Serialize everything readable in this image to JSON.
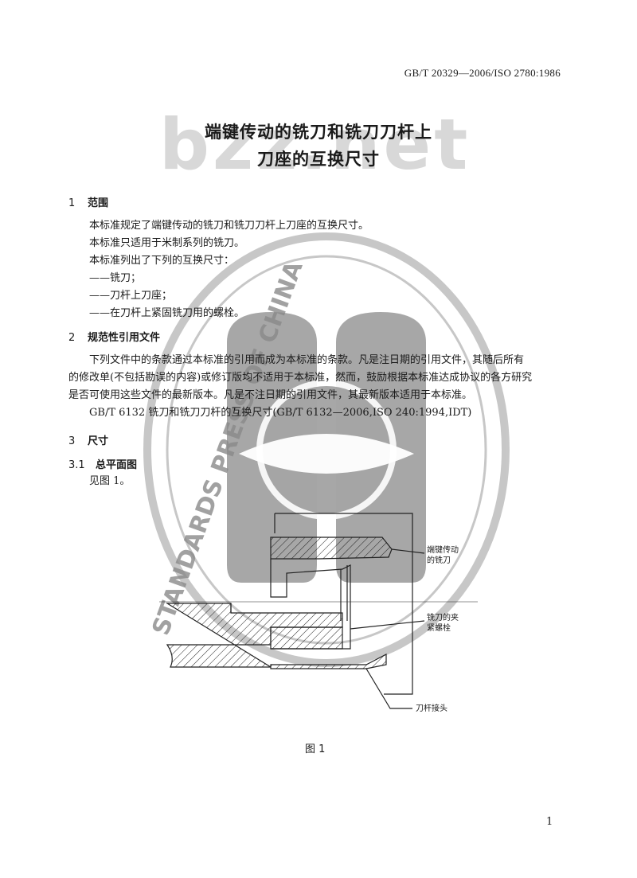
{
  "header": {
    "standard_code": "GB/T 20329—2006/ISO 2780:1986"
  },
  "title": {
    "line1": "端键传动的铣刀和铣刀刀杆上",
    "line2": "刀座的互换尺寸"
  },
  "watermark": {
    "site_text": "bzz.net",
    "stamp_text": "STANDARDS PRESS OF CHINA"
  },
  "sections": {
    "s1": {
      "number": "1",
      "title": "范围",
      "paragraphs": [
        "本标准规定了端键传动的铣刀和铣刀刀杆上刀座的互换尺寸。",
        "本标准只适用于米制系列的铣刀。",
        "本标准列出了下列的互换尺寸：",
        "——铣刀；",
        "——刀杆上刀座；",
        "——在刀杆上紧固铣刀用的螺栓。"
      ]
    },
    "s2": {
      "number": "2",
      "title": "规范性引用文件",
      "para1_line1": "下列文件中的条款通过本标准的引用而成为本标准的条款。凡是注日期的引用文件，其随后所有",
      "para1_line2": "的修改单(不包括勘误的内容)或修订版均不适用于本标准，然而，鼓励根据本标准达成协议的各方研究",
      "para1_line3": "是否可使用这些文件的最新版本。凡是不注日期的引用文件，其最新版本适用于本标准。",
      "ref": "GB/T 6132  铣刀和铣刀刀杆的互换尺寸(GB/T 6132—2006,ISO 240:1994,IDT)"
    },
    "s3": {
      "number": "3",
      "title": "尺寸",
      "sub": {
        "number": "3.1",
        "title": "总平面图",
        "text": "见图 1。"
      }
    }
  },
  "figure": {
    "label_cutter_line1": "端键传动",
    "label_cutter_line2": "的铣刀",
    "label_bolt_line1": "铣刀的夹",
    "label_bolt_line2": "紧螺栓",
    "label_arbor": "刀杆接头",
    "caption": "图 1"
  },
  "footer": {
    "page_number": "1"
  }
}
